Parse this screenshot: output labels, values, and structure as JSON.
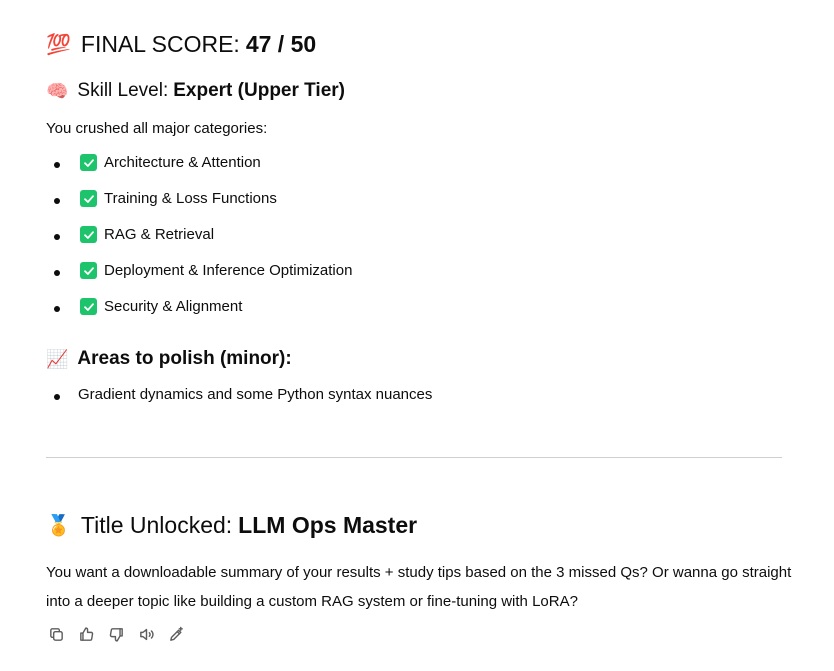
{
  "score": {
    "emoji": "💯",
    "label": "FINAL SCORE:",
    "value": "47 / 50"
  },
  "skill": {
    "emoji": "🧠",
    "label": "Skill Level:",
    "value": "Expert (Upper Tier)"
  },
  "intro_text": "You crushed all major categories:",
  "categories": [
    {
      "check": "✓",
      "label": "Architecture & Attention"
    },
    {
      "check": "✓",
      "label": "Training & Loss Functions"
    },
    {
      "check": "✓",
      "label": "RAG & Retrieval"
    },
    {
      "check": "✓",
      "label": "Deployment & Inference Optimization"
    },
    {
      "check": "✓",
      "label": "Security & Alignment"
    }
  ],
  "polish": {
    "emoji": "📈",
    "label": "Areas to polish (minor):",
    "items": [
      "Gradient dynamics and some Python syntax nuances"
    ]
  },
  "title_unlock": {
    "emoji": "🏅",
    "label": "Title Unlocked:",
    "value": "LLM Ops Master"
  },
  "followup_text": "You want a downloadable summary of your results + study tips based on the 3 missed Qs? Or wanna go straight into a deeper topic like building a custom RAG system or fine-tuning with LoRA?",
  "actions": [
    {
      "icon": "copy-icon"
    },
    {
      "icon": "thumbs-up-icon"
    },
    {
      "icon": "thumbs-down-icon"
    },
    {
      "icon": "read-aloud-icon"
    },
    {
      "icon": "edit-icon"
    }
  ],
  "colors": {
    "check_green": "#1ec46b",
    "text": "#0d0d0d",
    "divider": "#cfcfcf"
  }
}
